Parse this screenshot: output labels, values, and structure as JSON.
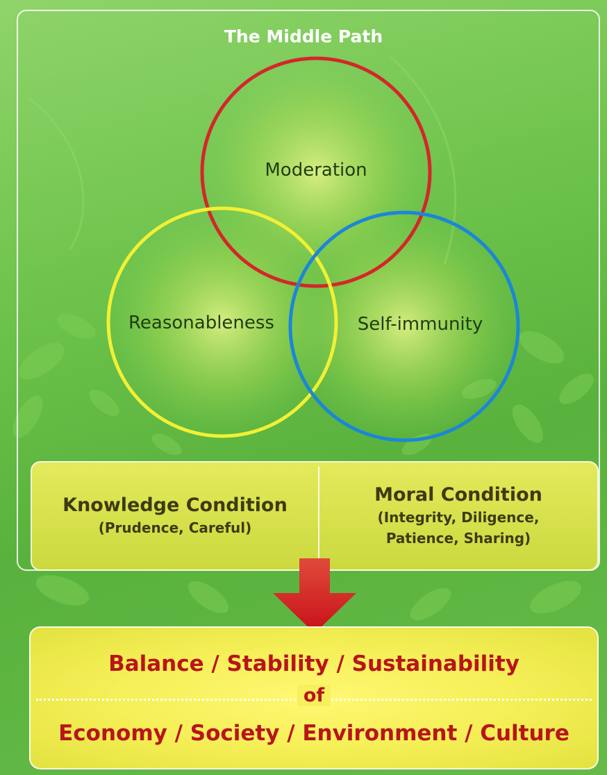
{
  "title": "The Middle Path",
  "circles": [
    {
      "label": "Moderation",
      "color": "#d4262a"
    },
    {
      "label": "Reasonableness",
      "color": "#f2f035"
    },
    {
      "label": "Self-immunity",
      "color": "#1c86d8"
    }
  ],
  "conditions": {
    "knowledge": {
      "heading": "Knowledge Condition",
      "detail": "(Prudence, Careful)"
    },
    "moral": {
      "heading": "Moral Condition",
      "detail_line1": "(Integrity, Diligence,",
      "detail_line2": "Patience, Sharing)"
    }
  },
  "arrow_color": "#d4171c",
  "result": {
    "line1": "Balance / Stability / Sustainability",
    "connector": "of",
    "line2": "Economy / Society / Environment / Culture"
  }
}
